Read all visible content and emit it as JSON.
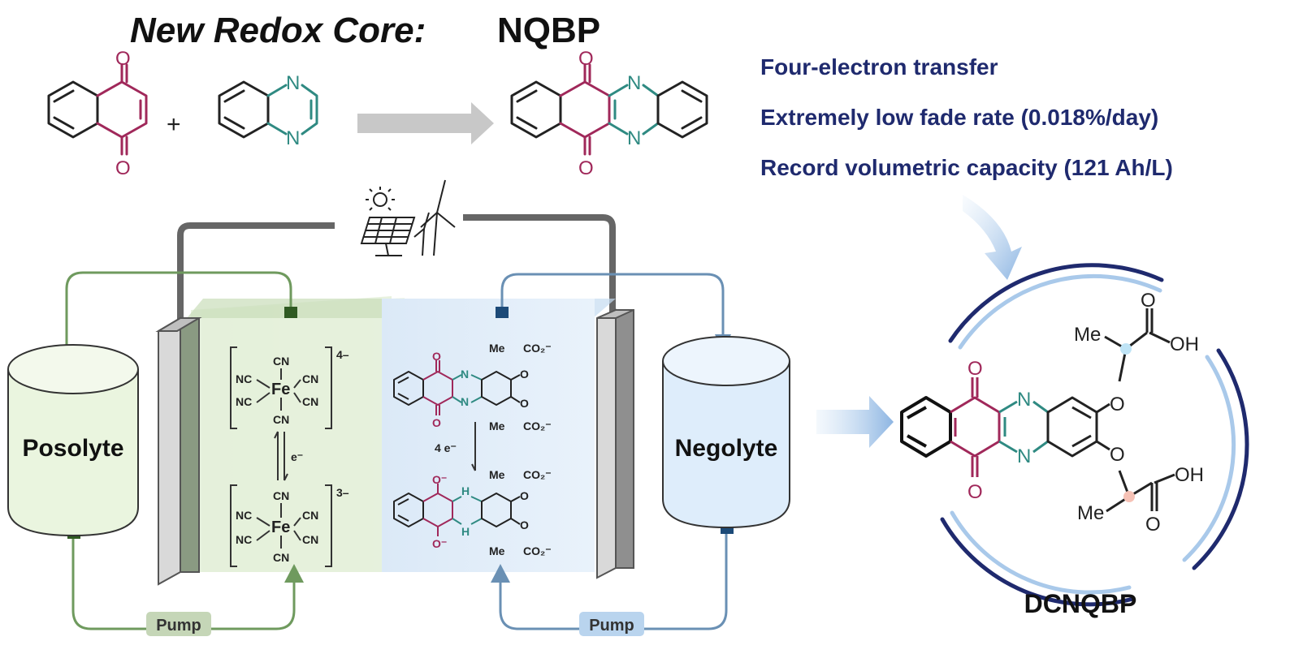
{
  "title": {
    "prefix": "New Redox Core:",
    "name": "NQBP"
  },
  "features": [
    "Four-electron transfer",
    "Extremely low fade rate (0.018%/day)",
    "Record volumetric capacity (121 Ah/L)"
  ],
  "reaction": {
    "plus": "+",
    "atom_o": "O",
    "atom_n": "N"
  },
  "cell": {
    "posolyte": "Posolyte",
    "negolyte": "Negolyte",
    "pump_left": "Pump",
    "pump_right": "Pump",
    "ferro": {
      "cn": "CN",
      "nc": "NC",
      "fe": "Fe",
      "charge_ox": "4–",
      "charge_red": "3–",
      "electron": "e⁻"
    },
    "nqbp": {
      "electrons": "4 e⁻",
      "me": "Me",
      "co2": "CO₂⁻",
      "o": "O",
      "o_minus": "O⁻",
      "nh": "H",
      "n": "N"
    }
  },
  "product": {
    "name": "DCNQBP",
    "me": "Me",
    "oh": "OH",
    "o": "O",
    "n": "N"
  },
  "colors": {
    "quinone": "#a0285a",
    "pyrazine": "#2f8a82",
    "feature_text": "#1f2a6e",
    "posolyte_fill": "#eaf5df",
    "negolyte_fill": "#deedfb",
    "pos_line": "#6f9a5e",
    "neg_line": "#6a90b4"
  }
}
